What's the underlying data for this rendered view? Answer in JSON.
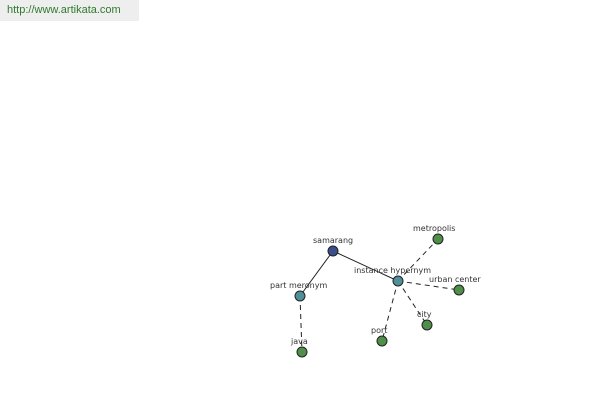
{
  "header": {
    "url_text": "http://www.artikata.com",
    "url_color": "#2f7a2f",
    "background": "#eeeeee"
  },
  "graph": {
    "colors": {
      "root": "#3a4d8c",
      "relation": "#4f8f9a",
      "leaf": "#4f8f4a",
      "edge": "#222222"
    },
    "nodes": [
      {
        "id": "samarang",
        "label": "samarang",
        "kind": "root"
      },
      {
        "id": "part-meronym",
        "label": "part meronym",
        "kind": "relation"
      },
      {
        "id": "instance-hypernym",
        "label": "instance hypernym",
        "kind": "relation"
      },
      {
        "id": "java",
        "label": "java",
        "kind": "leaf"
      },
      {
        "id": "metropolis",
        "label": "metropolis",
        "kind": "leaf"
      },
      {
        "id": "urban-center",
        "label": "urban center",
        "kind": "leaf"
      },
      {
        "id": "city",
        "label": "city",
        "kind": "leaf"
      },
      {
        "id": "port",
        "label": "port",
        "kind": "leaf"
      }
    ],
    "edges": [
      {
        "from": "samarang",
        "to": "part-meronym",
        "style": "solid"
      },
      {
        "from": "samarang",
        "to": "instance-hypernym",
        "style": "solid"
      },
      {
        "from": "part-meronym",
        "to": "java",
        "style": "dashed"
      },
      {
        "from": "instance-hypernym",
        "to": "metropolis",
        "style": "dashed"
      },
      {
        "from": "instance-hypernym",
        "to": "urban-center",
        "style": "dashed"
      },
      {
        "from": "instance-hypernym",
        "to": "city",
        "style": "dashed"
      },
      {
        "from": "instance-hypernym",
        "to": "port",
        "style": "dashed"
      }
    ]
  }
}
